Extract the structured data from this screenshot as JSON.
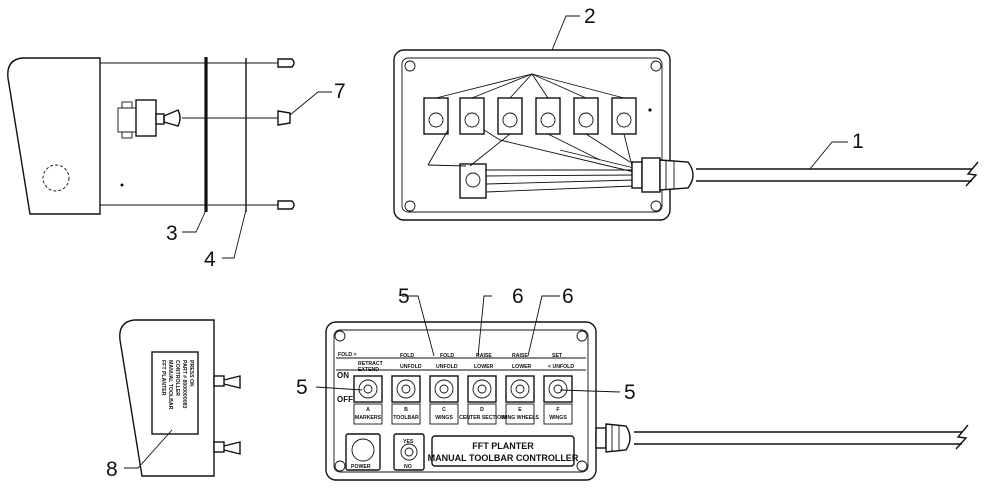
{
  "callouts": {
    "c1": "1",
    "c2": "2",
    "c3": "3",
    "c4": "4",
    "c5a": "5",
    "c5b": "5",
    "c5c": "5",
    "c6a": "6",
    "c6b": "6",
    "c7": "7",
    "c8": "8"
  },
  "panel": {
    "title_line1": "FFT PLANTER",
    "title_line2": "MANUAL TOOLBAR CONTROLLER",
    "on_label": "ON",
    "off_label": "OFF",
    "power_label": "POWER",
    "fold_arrow": "FOLD >",
    "unfold_arrow": "< UNFOLD",
    "row1": [
      "RETRACT",
      "FOLD",
      "FOLD",
      "RAISE",
      "RAISE",
      "SET"
    ],
    "row2": [
      "EXTEND",
      "UNFOLD",
      "UNFOLD",
      "LOWER",
      "LOWER",
      "UNFOLD"
    ],
    "switches": [
      {
        "letter": "A",
        "name": "MARKERS"
      },
      {
        "letter": "B",
        "name": "TOOLBAR"
      },
      {
        "letter": "C",
        "name": "WINGS"
      },
      {
        "letter": "D",
        "name": "CENTER SECTION"
      },
      {
        "letter": "E",
        "name": "WING WHEELS"
      },
      {
        "letter": "F",
        "name": "WINGS"
      }
    ],
    "toggle_yes": "YES",
    "toggle_no": "NO"
  },
  "label_plate": {
    "lines": [
      "FFT PLANTER",
      "MANUAL TOOLBAR",
      "CONTROLLER",
      "PART # 8000000083",
      "PRESS OK"
    ]
  }
}
